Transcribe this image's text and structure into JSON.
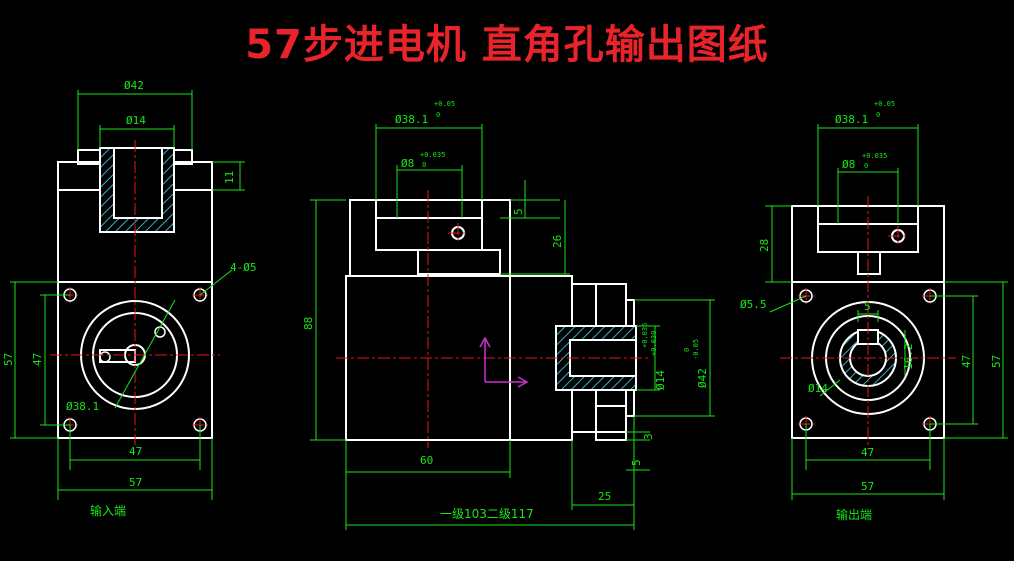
{
  "title": "57步进电机 直角孔输出图纸",
  "colors": {
    "outline": "#ffffff",
    "dimension": "#17e617",
    "center": "#e01818",
    "hatch": "#2fb5c8",
    "axis": "#cc33cc",
    "title": "#e8242a"
  },
  "left_view": {
    "label": "输入端",
    "dims": {
      "top_outer": "Ø42",
      "top_inner": "Ø14",
      "step": "11",
      "holes": "4-Ø5",
      "height": "57",
      "height_inner": "47",
      "width_inner": "47",
      "width": "57",
      "circle": "Ø38.1"
    }
  },
  "middle_view": {
    "dims": {
      "flange": "Ø38.1",
      "flange_tol": "+0.05",
      "flange_tol2": "0",
      "shaft": "Ø8",
      "shaft_tol": "+0.035",
      "shaft_tol2": "0",
      "small": "5",
      "block": "26",
      "height": "88",
      "body_width": "60",
      "bore": "Ø14",
      "bore_tol": "+0.035",
      "bore_tol2": "+0.030",
      "out_dia": "Ø42",
      "out_tol": "0",
      "out_tol2": "-0.05",
      "tiny": "3",
      "gap": "5",
      "ext": "25",
      "overall": "一级103二级117"
    }
  },
  "right_view": {
    "label": "输出端",
    "dims": {
      "flange": "Ø38.1",
      "flange_tol": "+0.05",
      "flange_tol2": "0",
      "shaft": "Ø8",
      "shaft_tol": "+0.035",
      "shaft_tol2": "0",
      "depth": "28",
      "holes": "Ø5.5",
      "key": "5",
      "keydepth": "16.2",
      "bore": "Ø14",
      "height": "57",
      "height_inner": "47",
      "width_inner": "47",
      "width": "57"
    }
  }
}
